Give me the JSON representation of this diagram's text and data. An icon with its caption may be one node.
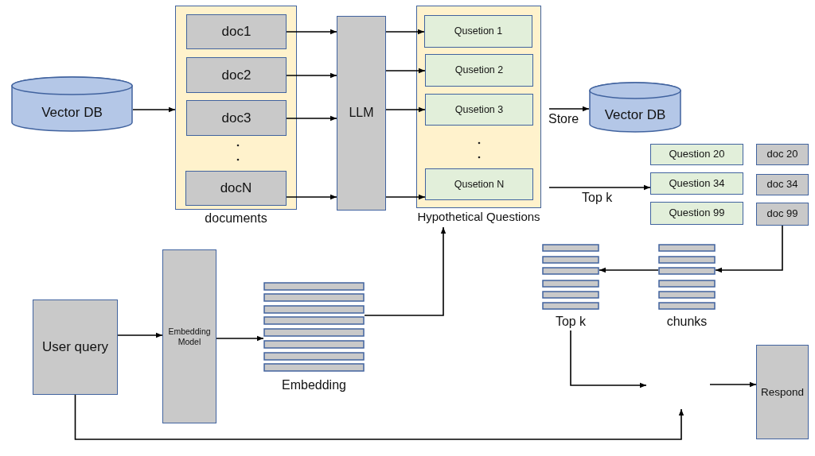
{
  "diagram": {
    "nodes": [
      {
        "text": [
          "Vector DB"
        ]
      },
      {
        "text": [
          "documents"
        ]
      },
      {
        "text": [
          "doc1"
        ],
        "in": 1
      },
      {
        "text": [
          "doc2"
        ],
        "in": 1
      },
      {
        "text": [
          "doc3"
        ],
        "in": 1
      },
      {
        "text": [
          "docN"
        ],
        "in": 1
      },
      {
        "text": [
          "LLM"
        ]
      },
      {
        "text": [
          "Hypothetical Questions"
        ]
      },
      {
        "text": [
          "Qusetion 1"
        ],
        "in": 7
      },
      {
        "text": [
          "Qusetion 2"
        ],
        "in": 7
      },
      {
        "text": [
          "Qusetion 3"
        ],
        "in": 7
      },
      {
        "text": [
          "Qusetion N"
        ],
        "in": 7
      },
      {
        "text": [
          "Vector DB"
        ]
      },
      {
        "text": [
          "Question 20"
        ]
      },
      {
        "text": [
          "doc 20"
        ]
      },
      {
        "text": [
          "Question 34"
        ]
      },
      {
        "text": [
          "doc 34"
        ]
      },
      {
        "text": [
          "Question 99"
        ]
      },
      {
        "text": [
          "doc 99"
        ]
      },
      {
        "text": [
          "User query"
        ]
      },
      {
        "text": [
          "Embedding Model"
        ]
      },
      {
        "text": [
          "Embedding"
        ]
      },
      {
        "text": [
          "Top k"
        ]
      },
      {
        "text": [
          "chunks"
        ]
      },
      {
        "text": [
          "Respond"
        ]
      }
    ],
    "edges": [
      {
        "from": 0,
        "to": 1,
        "arrow": "to"
      },
      {
        "from": 2,
        "to": 6,
        "arrow": "to"
      },
      {
        "from": 3,
        "to": 6,
        "arrow": "to"
      },
      {
        "from": 4,
        "to": 6,
        "arrow": "to"
      },
      {
        "from": 5,
        "to": 6,
        "arrow": "to"
      },
      {
        "from": 6,
        "to": 8,
        "arrow": "to"
      },
      {
        "from": 6,
        "to": 9,
        "arrow": "to"
      },
      {
        "from": 6,
        "to": 10,
        "arrow": "to"
      },
      {
        "from": 6,
        "to": 11,
        "arrow": "to"
      },
      {
        "from": 7,
        "to": 12,
        "arrow": "to",
        "label": "Store"
      },
      {
        "from": 7,
        "to": 15,
        "arrow": "to",
        "label": "Top k"
      },
      {
        "from": 18,
        "to": 23,
        "arrow": "to"
      },
      {
        "from": 23,
        "to": 22,
        "arrow": "to"
      },
      {
        "from": 19,
        "to": 20,
        "arrow": "to"
      },
      {
        "from": 20,
        "to": 21,
        "arrow": "to"
      },
      {
        "from": 21,
        "to": 7,
        "arrow": "to"
      },
      {
        "from": 22,
        "to": null,
        "arrow": "to"
      },
      {
        "from": 19,
        "to": null,
        "arrow": "to"
      },
      {
        "from": null,
        "to": 24,
        "arrow": "to"
      }
    ]
  }
}
